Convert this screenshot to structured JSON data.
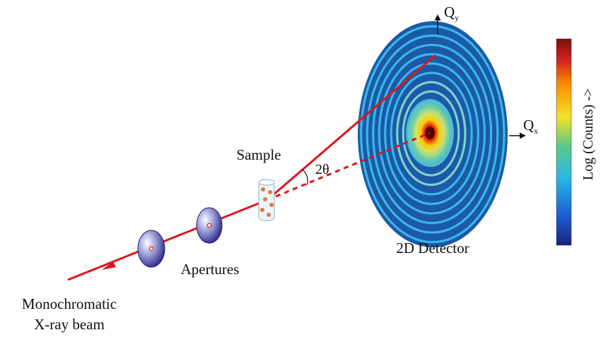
{
  "labels": {
    "beam_line1": "Monochromatic",
    "beam_line2": "X-ray beam",
    "apertures": "Apertures",
    "sample": "Sample",
    "angle": "2θ",
    "detector": "2D Detector",
    "qy_main": "Q",
    "qy_sub": "y",
    "qx_main": "Q",
    "qx_sub": "x",
    "colorbar": "Log (Counts) ->"
  },
  "colors": {
    "beam": "#e0141c",
    "aperture_dark": "#1f1a7a",
    "aperture_light": "#f2f2fb",
    "ring_blue": "#1a5aa8",
    "ring_cyan": "#3bb6e6",
    "colorbar_stops": [
      "#1a237e",
      "#1e88e5",
      "#26c6da",
      "#66bb6a",
      "#fdd835",
      "#fb8c00",
      "#c62828",
      "#7b0f0f"
    ]
  }
}
